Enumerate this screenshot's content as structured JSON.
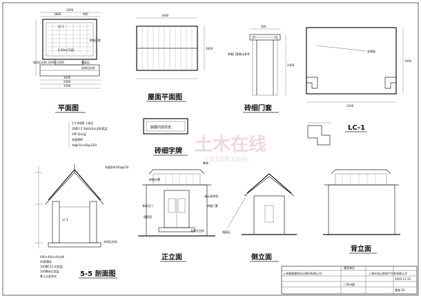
{
  "views": {
    "plan": {
      "title": "平面图",
      "labels": [
        "LC-1",
        "砖细门套",
        "4.00m(平面)",
        "采用石台阶 2400×1500",
        "镜面石",
        "花岗石台阶"
      ],
      "dims": [
        "1800",
        "1200",
        "900",
        "3400",
        "2400",
        "1500"
      ]
    },
    "roof_plan": {
      "title": "屋面平面图",
      "dims": [
        "3400",
        "2600"
      ]
    },
    "brick_door_frame": {
      "title": "砖细门套",
      "labels": [
        "砖细门套做法参考"
      ],
      "dims": [
        "300",
        "2400"
      ]
    },
    "lc1": {
      "title": "LC-1",
      "labels": [
        "花格窗"
      ],
      "dims": [
        "1200",
        "1000"
      ]
    },
    "brick_plaque": {
      "title": "砖细字牌",
      "text": "匾额内容另定"
    },
    "section": {
      "title": "5-5 剖面图",
      "layers": [
        "1:3:9纸筋 小青瓦",
        "30厚1:2.5碎石网水泥砂浆层",
        "APP 防水层",
        "纸筋望砖",
        "木椽(50×60@220)"
      ],
      "base_layers": [
        "400×400×40方砖",
        "40厚黄砂",
        "100厚C15 砼垫层",
        "100厚碎石垫层",
        "素土分层夯实"
      ],
      "labels": [
        "LC-1",
        "木檩条Φ160@220",
        "花岗石台阶"
      ]
    },
    "front": {
      "title": "正立面",
      "labels": [
        "砖细字牌",
        "砖细门套",
        "青砖石门",
        "镜面墙",
        "花岗石台阶",
        "脊饰",
        "清水青砖墙"
      ]
    },
    "side": {
      "title": "侧立面",
      "labels": [
        "镜面石"
      ]
    },
    "back": {
      "title": "背立面"
    }
  },
  "title_block": {
    "designer": "上海普惠建筑设计顾问有限公司",
    "project_label": "建设单位",
    "client": "上海市宝山房地产开发有限公司",
    "drawing_name": "门亭详图",
    "date": "2005-11-15",
    "sheet": "建施 03"
  },
  "watermark": {
    "main": "土木在线",
    "sub": "co188.com"
  }
}
